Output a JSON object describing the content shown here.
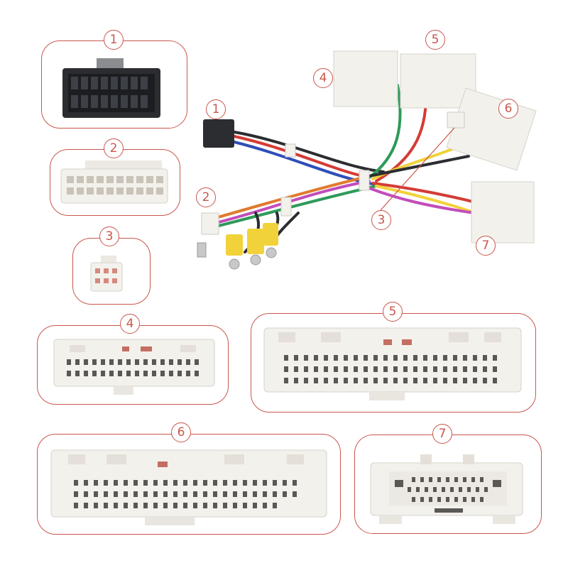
{
  "labels": {
    "c1": "1",
    "c2": "2",
    "c3": "3",
    "c4": "4",
    "c5": "5",
    "c6": "6",
    "c7": "7"
  },
  "colors": {
    "outline": "#c9564c",
    "plastic_white": "#f3f1ec",
    "plastic_black": "#2b2d31"
  },
  "image_kind": "product-photo"
}
